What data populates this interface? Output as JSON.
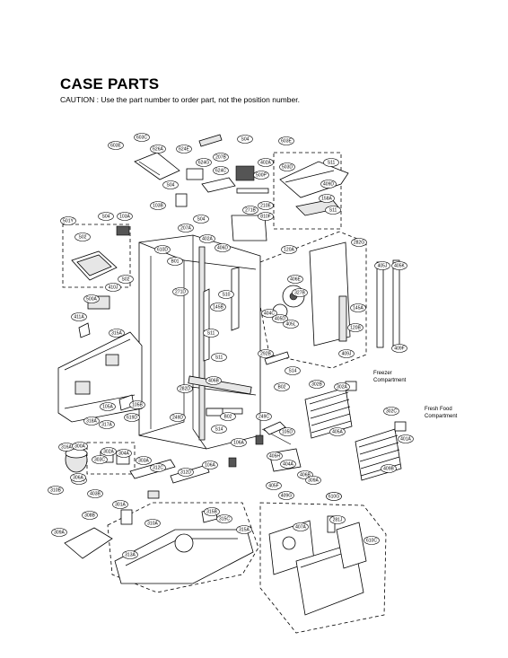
{
  "header": {
    "title": "CASE PARTS",
    "caution": "CAUTION : Use the part number to order part, not the position number."
  },
  "captions": {
    "freezer_1": "Freezer",
    "freezer_2": "Compartment",
    "fresh_1": "Fresh Food",
    "fresh_2": "Compartment"
  },
  "labels": [
    "603C",
    "603E",
    "626A",
    "624E",
    "S04",
    "603E",
    "207B",
    "624G",
    "402A",
    "624C",
    "S11",
    "503D",
    "S04",
    "500P",
    "409D",
    "210E",
    "103B",
    "S04",
    "271B",
    "810F",
    "S11",
    "158A",
    "501Y",
    "S04",
    "103A",
    "S02",
    "207A",
    "402A",
    "406D",
    "610D",
    "B01",
    "271D",
    "S02",
    "410J",
    "120A",
    "282G",
    "405J",
    "405K",
    "500A",
    "406E",
    "327B",
    "404C",
    "405D",
    "405L",
    "411A",
    "145B",
    "145A",
    "S10",
    "120B",
    "S11",
    "315A",
    "S11",
    "409F",
    "409J",
    "292B",
    "S14",
    "B02",
    "302B",
    "302A",
    "406B",
    "282D",
    "405A",
    "105A",
    "105B",
    "249D",
    "B02",
    "249C",
    "302C",
    "401A",
    "318A",
    "317A",
    "619D",
    "S14",
    "105D",
    "106A",
    "106A",
    "316A",
    "300A",
    "405H",
    "404A",
    "406B",
    "304A",
    "303A",
    "309A",
    "303C",
    "306A",
    "312C",
    "312D",
    "405F",
    "409G",
    "610B",
    "310B",
    "403B",
    "301A",
    "281J",
    "308B",
    "310A",
    "315B",
    "315C",
    "407A",
    "313A",
    "610C",
    "302A",
    "306A",
    "315A",
    "309A",
    "610G",
    "409B"
  ]
}
